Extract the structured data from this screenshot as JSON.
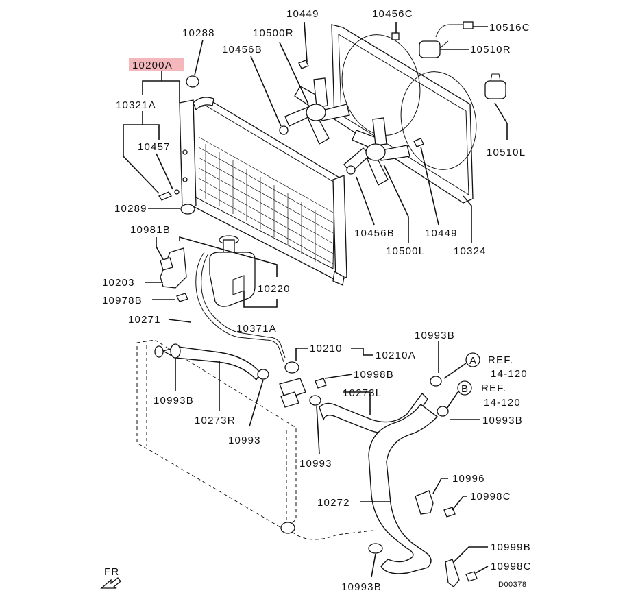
{
  "highlight_color": "#f4b8bc",
  "part_labels": {
    "p10449_top": "10449",
    "p10456C": "10456C",
    "p10516C": "10516C",
    "p10288": "10288",
    "p10500R": "10500R",
    "p10510R": "10510R",
    "p10456B_top": "10456B",
    "p10200A": "10200A",
    "p10321A": "10321A",
    "p10510L": "10510L",
    "p10457": "10457",
    "p10289": "10289",
    "p10456B_bot": "10456B",
    "p10449_bot": "10449",
    "p10981B": "10981B",
    "p10500L": "10500L",
    "p10324": "10324",
    "p10203": "10203",
    "p10220": "10220",
    "p10978B": "10978B",
    "p10371A": "10371A",
    "p10271": "10271",
    "p10210": "10210",
    "p10210A": "10210A",
    "p10993B_tr": "10993B",
    "p10998B": "10998B",
    "p10273L": "10273L",
    "p10993B_l": "10993B",
    "p10273R": "10273R",
    "p10993_l": "10993",
    "p10993_m": "10993",
    "p10993B_r": "10993B",
    "p10996": "10996",
    "p10272": "10272",
    "p10998C_a": "10998C",
    "p10999B": "10999B",
    "p10998C_b": "10998C",
    "p10993B_bot": "10993B"
  },
  "references": {
    "a_letter": "A",
    "a_ref": "REF.",
    "a_page": "14-120",
    "b_letter": "B",
    "b_ref": "REF.",
    "b_page": "14-120"
  },
  "front_marker": "FR",
  "diagram_code": "D00378"
}
